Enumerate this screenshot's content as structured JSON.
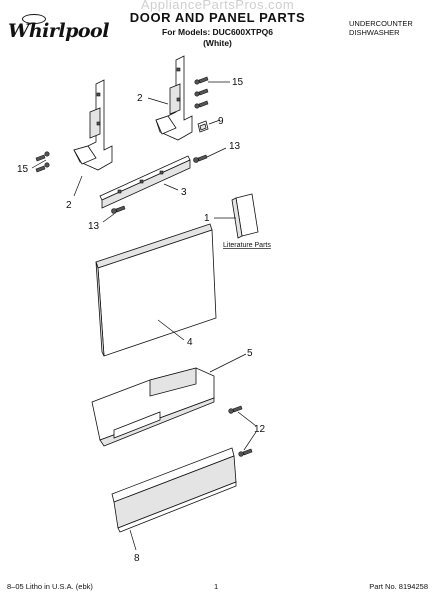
{
  "header": {
    "brand": "Whirlpool",
    "watermark": "AppliancePartsPros.com",
    "title": "DOOR AND PANEL PARTS",
    "models": "For Models: DUC600XTPQ6",
    "color": "(White)",
    "product_type": [
      "UNDERCOUNTER",
      "DISHWASHER"
    ]
  },
  "diagram": {
    "callouts": [
      "15",
      "2",
      "9",
      "13",
      "15",
      "2",
      "3",
      "13",
      "1",
      "4",
      "5",
      "12",
      "8"
    ],
    "literature_label": "Literature Parts"
  },
  "footer": {
    "left": "8–05 Litho in U.S.A. (ebk)",
    "center": "1",
    "right": "Part No. 8194258"
  }
}
